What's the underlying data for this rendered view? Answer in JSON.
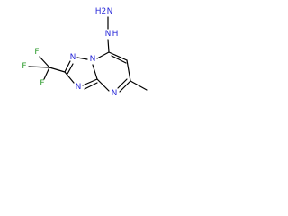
{
  "colors": {
    "bond": "#000000",
    "carbon_text": "#000000",
    "nitrogen": "#2b2bd9",
    "fluorine": "#2a9a2a",
    "background": "#ffffff"
  },
  "atoms": {
    "hydrazine_n_top": "N",
    "hydrazine_h2": "H2",
    "hydrazine_n_low": "N",
    "hydrazine_h": "H",
    "ring_n_top": "N",
    "ring_n_junction": "N",
    "ring_n_lower": "N",
    "ring_n_pyr": "N",
    "f_top": "F",
    "f_left": "F",
    "f_bottom": "F"
  }
}
